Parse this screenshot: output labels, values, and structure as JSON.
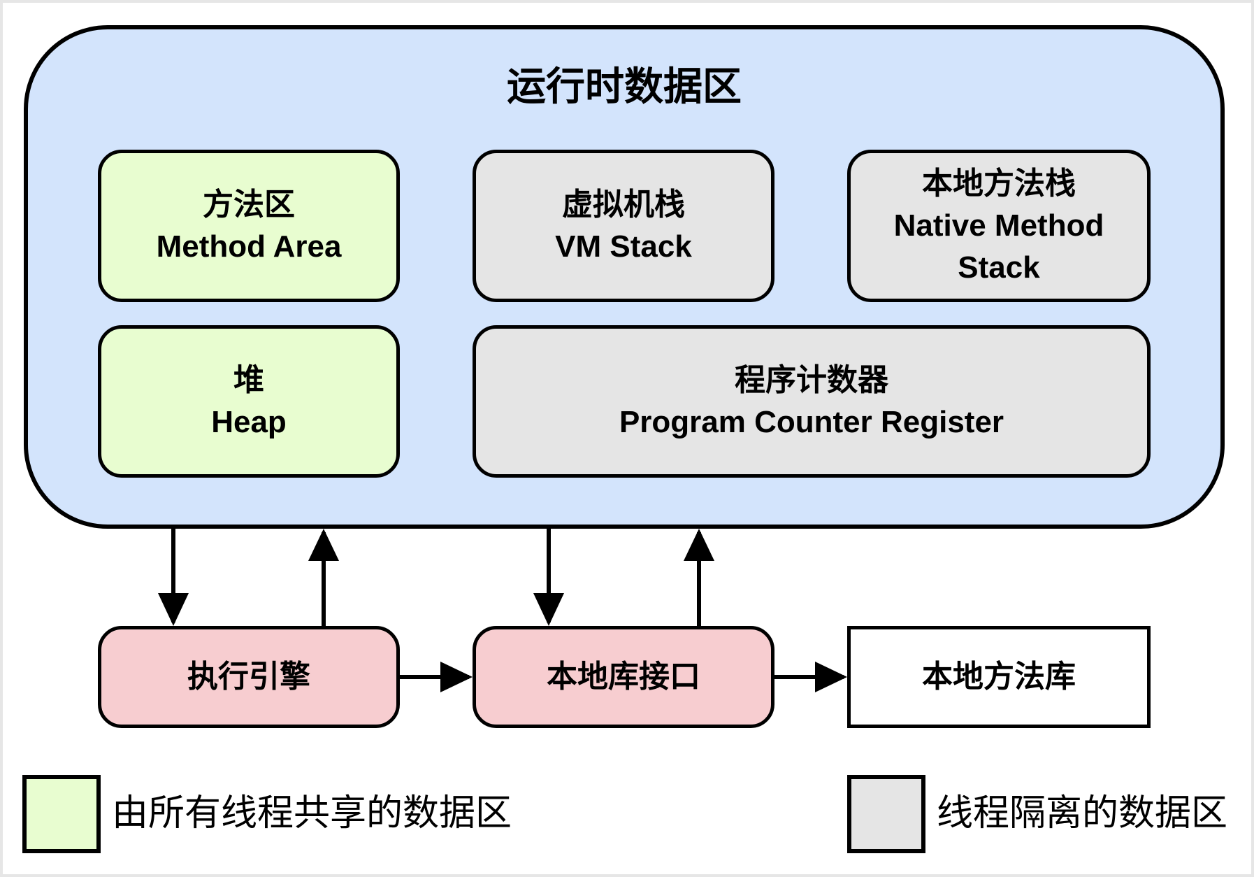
{
  "runtime_area": {
    "title": "运行时数据区"
  },
  "method_area": {
    "zh": "方法区",
    "en": "Method Area"
  },
  "vm_stack": {
    "zh": "虚拟机栈",
    "en": "VM Stack"
  },
  "native_method_stack": {
    "zh": "本地方法栈",
    "en1": "Native Method",
    "en2": "Stack"
  },
  "heap": {
    "zh": "堆",
    "en": "Heap"
  },
  "program_counter": {
    "zh": "程序计数器",
    "en": "Program Counter Register"
  },
  "execution_engine": {
    "label": "执行引擎"
  },
  "native_interface": {
    "label": "本地库接口"
  },
  "native_library": {
    "label": "本地方法库"
  },
  "legend": {
    "shared": {
      "label": "由所有线程共享的数据区",
      "color": "#e8fdd0"
    },
    "isolated": {
      "label": "线程隔离的数据区",
      "color": "#e5e5e5"
    }
  },
  "colors": {
    "runtime_bg": "#d3e4fc",
    "shared": "#e8fdd0",
    "isolated": "#e5e5e5",
    "interface": "#f7cdd0",
    "library": "#ffffff",
    "stroke": "#000000"
  }
}
